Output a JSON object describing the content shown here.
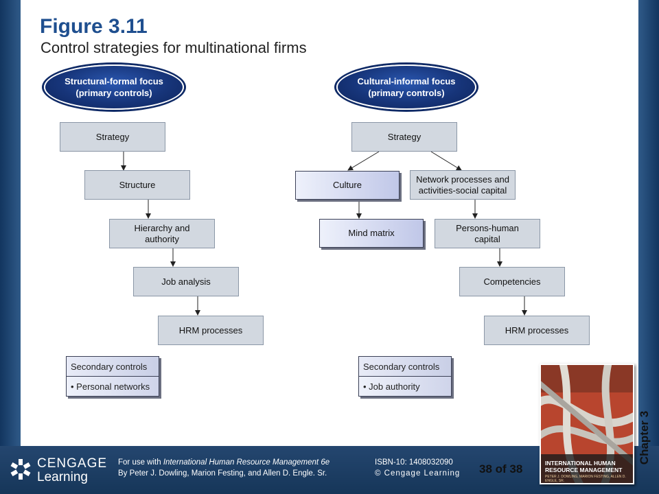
{
  "title": "Figure 3.11",
  "subtitle": "Control strategies for multinational firms",
  "left": {
    "focus": "Structural-formal focus\n(primary controls)",
    "boxes": [
      "Strategy",
      "Structure",
      "Hierarchy and\nauthority",
      "Job analysis",
      "HRM processes"
    ],
    "secondary": {
      "header": "Secondary controls",
      "item": "• Personal networks"
    }
  },
  "right": {
    "focus": "Cultural-informal focus\n(primary controls)",
    "strategy": "Strategy",
    "culture": "Culture",
    "mind_matrix": "Mind matrix",
    "network": "Network processes and\nactivities-social capital",
    "persons": "Persons-human\ncapital",
    "competencies": "Competencies",
    "hrm": "HRM processes",
    "secondary": {
      "header": "Secondary controls",
      "item": "• Job authority"
    }
  },
  "footer": {
    "logo_line1": "CENGAGE",
    "logo_line2": "Learning",
    "for_use_prefix": "For use with ",
    "book_name": "International Human Resource Management 6e",
    "authors_line": "By Peter J. Dowling, Marion Festing, and Allen D. Engle. Sr.",
    "isbn": "ISBN-10: 1408032090",
    "copyright": "© Cengage Learning",
    "page": "38 of 38",
    "chapter": "Chapter 3",
    "book_cover_title": "INTERNATIONAL HUMAN\nRESOURCE MANAGEMENT",
    "book_cover_authors": "PETER J. DOWLING, MARION FESTING, ALLEN D. ENGLE, SR."
  },
  "colors": {
    "title": "#1f4f8f",
    "bar": "#24466f",
    "box": "#d2d8e0",
    "ellipse": "#17357a"
  }
}
